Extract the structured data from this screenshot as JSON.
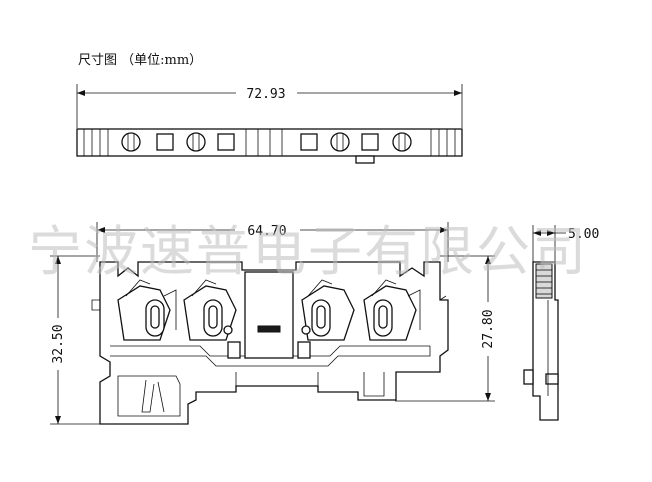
{
  "title": "尺寸图  （单位:mm）",
  "watermark": "宁波速普电子有限公司",
  "dimensions": {
    "overall_length": "72.93",
    "inner_length": "64.70",
    "thickness": "5.00",
    "total_height": "32.50",
    "inner_height": "27.80"
  }
}
